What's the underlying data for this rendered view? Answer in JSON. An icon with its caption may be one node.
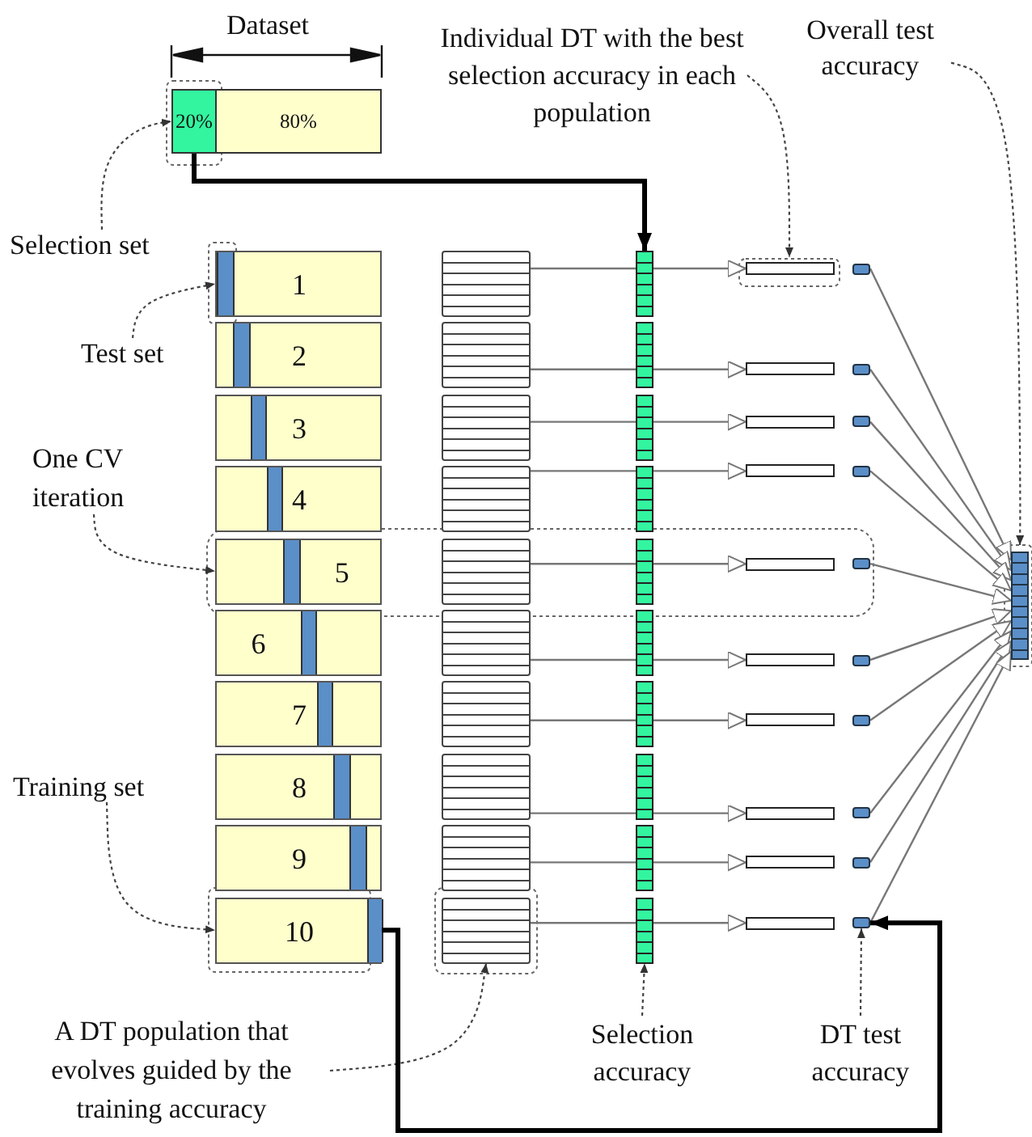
{
  "diagram": {
    "nodes": [
      {
        "text": [
          "Individual DT with the best selection accuracy in each population"
        ]
      },
      {
        "text": [
          "Overall test accuracy"
        ]
      },
      {
        "text": [
          "20%"
        ]
      },
      {
        "text": [
          "80%"
        ]
      },
      {
        "text": [
          "Selection set"
        ]
      },
      {
        "text": [
          "1"
        ]
      },
      {
        "text": [
          "2"
        ]
      },
      {
        "text": [
          "3"
        ]
      },
      {
        "text": [
          "4"
        ]
      },
      {
        "text": [
          "5"
        ]
      },
      {
        "text": [
          "6"
        ]
      },
      {
        "text": [
          "7"
        ]
      },
      {
        "text": [
          "8"
        ]
      },
      {
        "text": [
          "9"
        ]
      },
      {
        "text": [
          "10"
        ]
      },
      {
        "text": [
          "Test set"
        ]
      },
      {
        "text": [
          "One CV iteration"
        ]
      },
      {
        "text": [
          "Training set"
        ]
      },
      {
        "text": [
          "A DT population that evolves guided by the training accuracy"
        ]
      },
      {
        "text": [],
        "shape": "box"
      },
      {
        "text": [],
        "shape": "box"
      },
      {
        "text": [],
        "shape": "box"
      },
      {
        "text": [],
        "shape": "box"
      },
      {
        "text": [],
        "shape": "box"
      },
      {
        "text": [],
        "shape": "box"
      },
      {
        "text": [],
        "shape": "box"
      },
      {
        "text": [],
        "shape": "box"
      },
      {
        "text": [],
        "shape": "box"
      },
      {
        "text": [],
        "shape": "box"
      },
      {
        "text": [],
        "shape": "bar"
      },
      {
        "text": [],
        "shape": "bar"
      },
      {
        "text": [],
        "shape": "bar"
      },
      {
        "text": [],
        "shape": "bar"
      },
      {
        "text": [],
        "shape": "bar"
      },
      {
        "text": [],
        "shape": "bar"
      },
      {
        "text": [],
        "shape": "bar"
      },
      {
        "text": [],
        "shape": "bar"
      },
      {
        "text": [],
        "shape": "bar"
      },
      {
        "text": [],
        "shape": "bar"
      },
      {
        "text": [],
        "shape": "bar"
      },
      {
        "text": [],
        "shape": "bar"
      },
      {
        "text": [],
        "shape": "bar"
      },
      {
        "text": [],
        "shape": "bar"
      },
      {
        "text": [],
        "shape": "bar"
      },
      {
        "text": [],
        "shape": "bar"
      },
      {
        "text": [],
        "shape": "bar"
      },
      {
        "text": [],
        "shape": "bar"
      },
      {
        "text": [],
        "shape": "bar"
      },
      {
        "text": [],
        "shape": "bar"
      },
      {
        "text": [],
        "shape": "box"
      },
      {
        "text": [],
        "shape": "box"
      },
      {
        "text": [],
        "shape": "box"
      },
      {
        "text": [],
        "shape": "box"
      },
      {
        "text": [],
        "shape": "box"
      },
      {
        "text": [],
        "shape": "box"
      },
      {
        "text": [],
        "shape": "box"
      },
      {
        "text": [],
        "shape": "box"
      },
      {
        "text": [],
        "shape": "box"
      },
      {
        "text": [],
        "shape": "box"
      },
      {
        "text": [],
        "shape": "bar"
      },
      {
        "text": [
          "Selection accuracy"
        ]
      },
      {
        "text": [
          "DT test accuracy"
        ]
      }
    ],
    "edges": [
      {
        "from": 2,
        "to": 29,
        "arrow": "to",
        "style": "thick",
        "color": "#000000"
      },
      {
        "from": 4,
        "to": 2,
        "arrow": "to",
        "style": "dashed"
      },
      {
        "from": 15,
        "to": 5,
        "arrow": "to",
        "style": "dashed"
      },
      {
        "from": 16,
        "to": 9,
        "arrow": "to",
        "style": "dashed"
      },
      {
        "from": 17,
        "to": 14,
        "arrow": "to",
        "style": "dashed"
      },
      {
        "from": 18,
        "to": 28,
        "arrow": "to",
        "style": "dashed"
      },
      {
        "from": 0,
        "to": 39,
        "arrow": "to",
        "style": "dashed"
      },
      {
        "from": 1,
        "to": 59,
        "arrow": "to",
        "style": "dashed"
      },
      {
        "from": 60,
        "to": 38,
        "arrow": "to",
        "style": "dashed"
      },
      {
        "from": 61,
        "to": 58,
        "arrow": "to",
        "style": "dashed"
      },
      {
        "from": 14,
        "to": 58,
        "arrow": "to",
        "style": "thick",
        "color": "#000000"
      },
      {
        "from": 19,
        "to": 29,
        "arrow": "none"
      },
      {
        "from": 20,
        "to": 30,
        "arrow": "none"
      },
      {
        "from": 21,
        "to": 31,
        "arrow": "none"
      },
      {
        "from": 22,
        "to": 32,
        "arrow": "none"
      },
      {
        "from": 23,
        "to": 33,
        "arrow": "none"
      },
      {
        "from": 24,
        "to": 34,
        "arrow": "none"
      },
      {
        "from": 25,
        "to": 35,
        "arrow": "none"
      },
      {
        "from": 26,
        "to": 36,
        "arrow": "none"
      },
      {
        "from": 27,
        "to": 37,
        "arrow": "none"
      },
      {
        "from": 28,
        "to": 38,
        "arrow": "none"
      },
      {
        "from": 29,
        "to": 39,
        "arrow": "to"
      },
      {
        "from": 30,
        "to": 40,
        "arrow": "to"
      },
      {
        "from": 31,
        "to": 41,
        "arrow": "to"
      },
      {
        "from": 32,
        "to": 42,
        "arrow": "to"
      },
      {
        "from": 33,
        "to": 43,
        "arrow": "to"
      },
      {
        "from": 34,
        "to": 44,
        "arrow": "to"
      },
      {
        "from": 35,
        "to": 45,
        "arrow": "to"
      },
      {
        "from": 36,
        "to": 46,
        "arrow": "to"
      },
      {
        "from": 37,
        "to": 47,
        "arrow": "to"
      },
      {
        "from": 38,
        "to": 48,
        "arrow": "to"
      },
      {
        "from": 49,
        "to": 59,
        "arrow": "to"
      },
      {
        "from": 50,
        "to": 59,
        "arrow": "to"
      },
      {
        "from": 51,
        "to": 59,
        "arrow": "to"
      },
      {
        "from": 52,
        "to": 59,
        "arrow": "to"
      },
      {
        "from": 53,
        "to": 59,
        "arrow": "to"
      },
      {
        "from": 54,
        "to": 59,
        "arrow": "to"
      },
      {
        "from": 55,
        "to": 59,
        "arrow": "to"
      },
      {
        "from": 56,
        "to": 59,
        "arrow": "to"
      },
      {
        "from": 57,
        "to": 59,
        "arrow": "to"
      },
      {
        "from": 58,
        "to": 59,
        "arrow": "to"
      }
    ],
    "labels": [
      "Dataset"
    ]
  }
}
